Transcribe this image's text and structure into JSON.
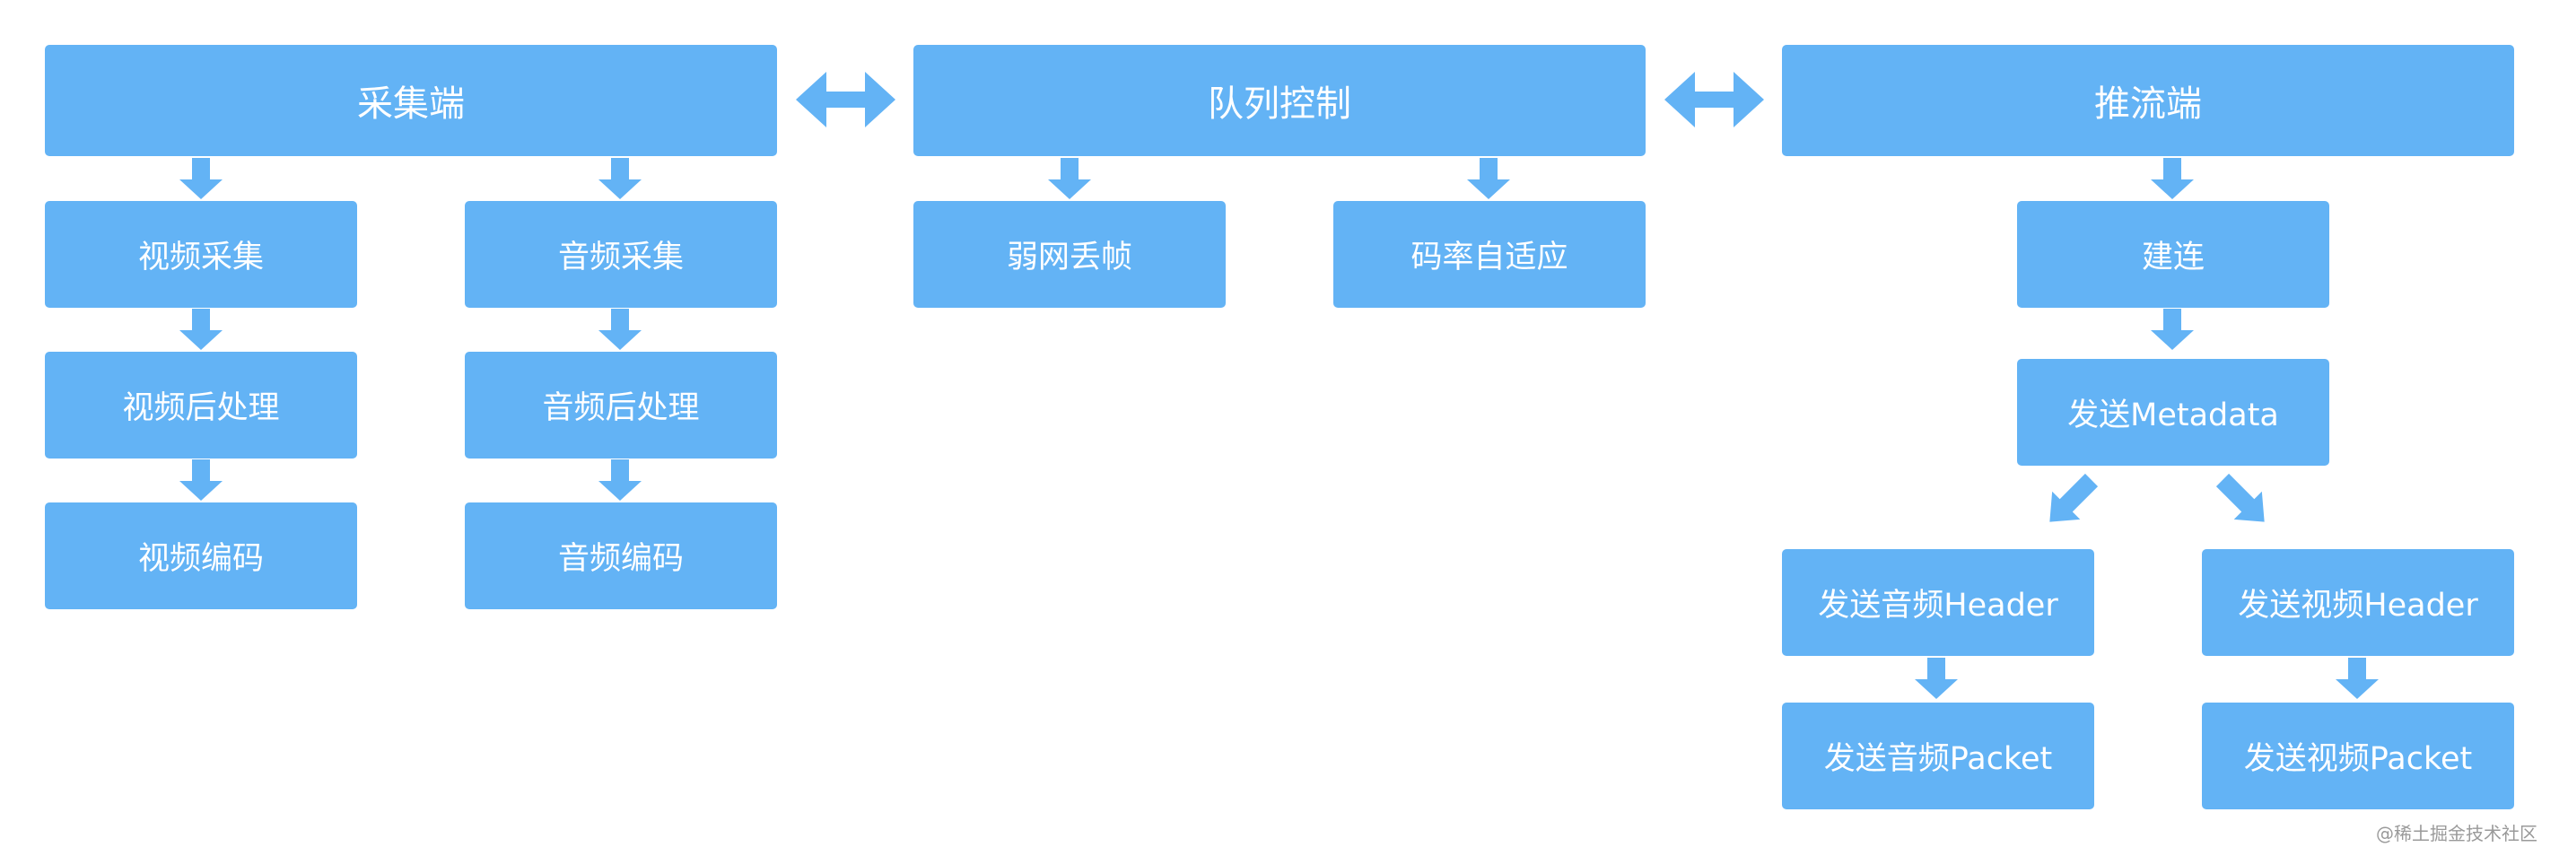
{
  "diagram": {
    "header_capture": "采集端",
    "header_queue": "队列控制",
    "header_push": "推流端",
    "video_capture": "视频采集",
    "video_post": "视频后处理",
    "video_encode": "视频编码",
    "audio_capture": "音频采集",
    "audio_post": "音频后处理",
    "audio_encode": "音频编码",
    "weak_network_drop": "弱网丢帧",
    "adaptive_bitrate": "码率自适应",
    "connect": "建连",
    "send_metadata": "发送Metadata",
    "send_audio_header": "发送音频Header",
    "send_video_header": "发送视频Header",
    "send_audio_packet": "发送音频Packet",
    "send_video_packet": "发送视频Packet"
  },
  "watermark": "@稀土掘金技术社区",
  "colors": {
    "box": "#63b3f5",
    "arrow": "#63b3f5",
    "text": "#ffffff"
  }
}
